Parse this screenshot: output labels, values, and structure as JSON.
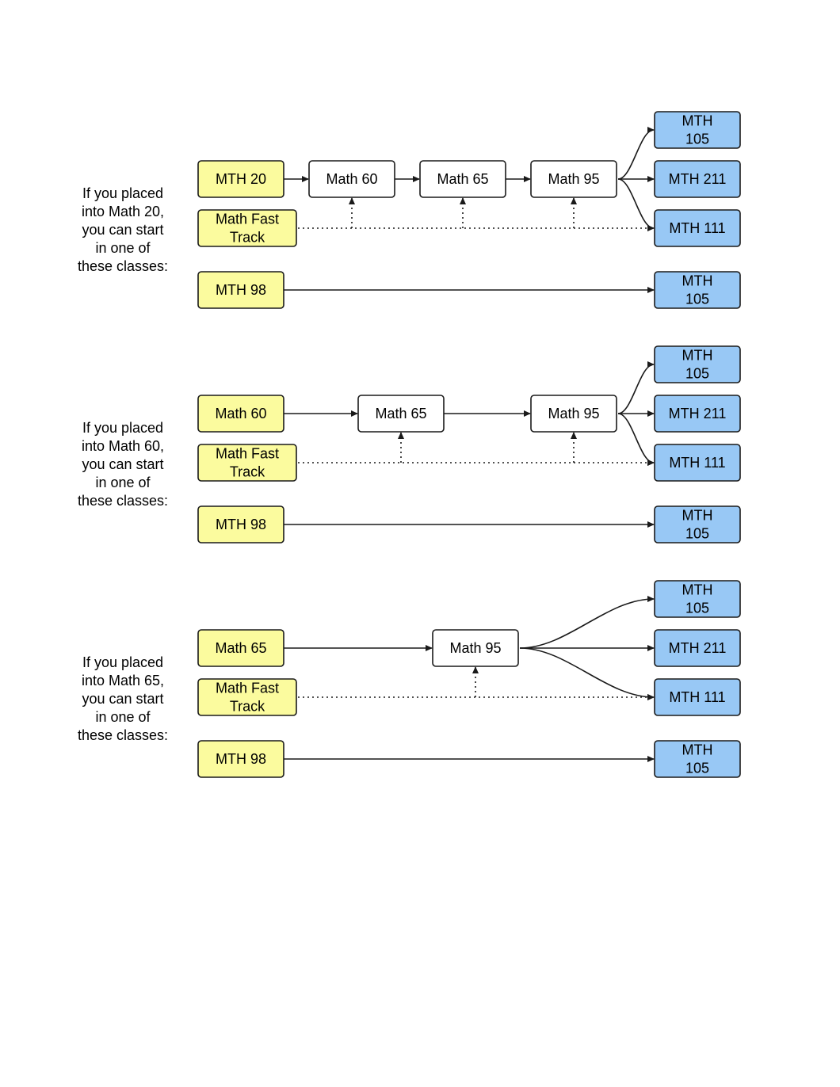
{
  "colors": {
    "start": "#fbfb9e",
    "middle": "#ffffff",
    "target": "#98c8f5",
    "stroke": "#1a1a1a"
  },
  "sections": [
    {
      "intro": [
        "If you placed",
        "into Math 20,",
        "you can start",
        "in one of",
        "these classes:"
      ],
      "starts": [
        {
          "id": "s1",
          "lines": [
            "MTH 20"
          ]
        },
        {
          "id": "s2",
          "lines": [
            "Math Fast",
            "Track"
          ]
        },
        {
          "id": "s3",
          "lines": [
            "MTH 98"
          ]
        }
      ],
      "middle": [
        {
          "id": "m1",
          "lines": [
            "Math 60"
          ]
        },
        {
          "id": "m2",
          "lines": [
            "Math 65"
          ]
        },
        {
          "id": "m3",
          "lines": [
            "Math 95"
          ]
        }
      ],
      "targets": [
        {
          "id": "t1",
          "lines": [
            "MTH",
            "105"
          ]
        },
        {
          "id": "t2",
          "lines": [
            "MTH 211"
          ]
        },
        {
          "id": "t3",
          "lines": [
            "MTH 111"
          ]
        },
        {
          "id": "t4",
          "lines": [
            "MTH",
            "105"
          ]
        }
      ]
    },
    {
      "intro": [
        "If you placed",
        "into Math 60,",
        "you can start",
        "in one of",
        "these classes:"
      ],
      "starts": [
        {
          "id": "s1",
          "lines": [
            "Math 60"
          ]
        },
        {
          "id": "s2",
          "lines": [
            "Math Fast",
            "Track"
          ]
        },
        {
          "id": "s3",
          "lines": [
            "MTH 98"
          ]
        }
      ],
      "middle": [
        {
          "id": "m1",
          "lines": [
            "Math 65"
          ]
        },
        {
          "id": "m2",
          "lines": [
            "Math 95"
          ]
        }
      ],
      "targets": [
        {
          "id": "t1",
          "lines": [
            "MTH",
            "105"
          ]
        },
        {
          "id": "t2",
          "lines": [
            "MTH 211"
          ]
        },
        {
          "id": "t3",
          "lines": [
            "MTH 111"
          ]
        },
        {
          "id": "t4",
          "lines": [
            "MTH",
            "105"
          ]
        }
      ]
    },
    {
      "intro": [
        "If you placed",
        "into Math 65,",
        "you can start",
        "in one of",
        "these classes:"
      ],
      "starts": [
        {
          "id": "s1",
          "lines": [
            "Math 65"
          ]
        },
        {
          "id": "s2",
          "lines": [
            "Math Fast",
            "Track"
          ]
        },
        {
          "id": "s3",
          "lines": [
            "MTH 98"
          ]
        }
      ],
      "middle": [
        {
          "id": "m1",
          "lines": [
            "Math 95"
          ]
        }
      ],
      "targets": [
        {
          "id": "t1",
          "lines": [
            "MTH",
            "105"
          ]
        },
        {
          "id": "t2",
          "lines": [
            "MTH 211"
          ]
        },
        {
          "id": "t3",
          "lines": [
            "MTH 111"
          ]
        },
        {
          "id": "t4",
          "lines": [
            "MTH",
            "105"
          ]
        }
      ]
    }
  ]
}
